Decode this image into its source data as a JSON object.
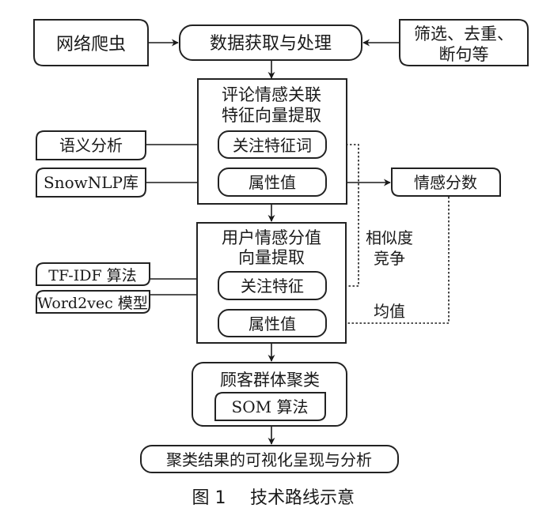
{
  "diagram": {
    "nodes": {
      "crawler": {
        "label": [
          "网络爬虫"
        ]
      },
      "data_acquire": {
        "label": [
          "数据获取与处理"
        ]
      },
      "filter": {
        "label": [
          "筛选、去重、",
          "断句等"
        ]
      },
      "comment_vector": {
        "label": [
          "评论情感关联",
          "特征向量提取"
        ]
      },
      "focus_word": {
        "label": [
          "关注特征词"
        ]
      },
      "attr_value_1": {
        "label": [
          "属性值"
        ]
      },
      "semantic": {
        "label": [
          "语义分析"
        ]
      },
      "snownlp": {
        "label": [
          "SnowNLP库"
        ]
      },
      "emotion_score": {
        "label": [
          "情感分数"
        ]
      },
      "user_vector": {
        "label": [
          "用户情感分值",
          "向量提取"
        ]
      },
      "focus_feature": {
        "label": [
          "关注特征"
        ]
      },
      "attr_value_2": {
        "label": [
          "属性值"
        ]
      },
      "tfidf": {
        "label": [
          "TF-IDF 算法"
        ]
      },
      "word2vec": {
        "label": [
          "Word2vec 模型"
        ]
      },
      "cluster": {
        "label": [
          "顾客群体聚类"
        ]
      },
      "som": {
        "label": [
          "SOM 算法"
        ]
      },
      "result": {
        "label": [
          "聚类结果的可视化呈现与分析"
        ]
      }
    },
    "edge_labels": {
      "similarity": [
        "相似度",
        "竞争"
      ],
      "mean": [
        "均值"
      ]
    },
    "edges": [
      {
        "from": "crawler",
        "to": "data_acquire",
        "style": "solid"
      },
      {
        "from": "filter",
        "to": "data_acquire",
        "style": "solid"
      },
      {
        "from": "data_acquire",
        "to": "comment_vector",
        "style": "solid"
      },
      {
        "from": "semantic",
        "to": "focus_word",
        "style": "solid"
      },
      {
        "from": "snownlp",
        "to": "attr_value_1",
        "style": "solid"
      },
      {
        "from": "attr_value_1",
        "to": "emotion_score",
        "style": "solid"
      },
      {
        "from": "comment_vector",
        "to": "user_vector",
        "style": "solid"
      },
      {
        "from": "focus_word",
        "to": "focus_feature",
        "style": "dotted",
        "label": "similarity"
      },
      {
        "from": "emotion_score",
        "to": "attr_value_2",
        "style": "dotted",
        "label": "mean"
      },
      {
        "from": "tfidf",
        "to": "focus_feature",
        "style": "solid"
      },
      {
        "from": "word2vec",
        "to": "focus_feature",
        "style": "solid"
      },
      {
        "from": "user_vector",
        "to": "cluster",
        "style": "solid"
      },
      {
        "from": "cluster",
        "to": "result",
        "style": "solid"
      }
    ]
  },
  "caption": {
    "figure_number": "图 1",
    "title": "技术路线示意"
  }
}
